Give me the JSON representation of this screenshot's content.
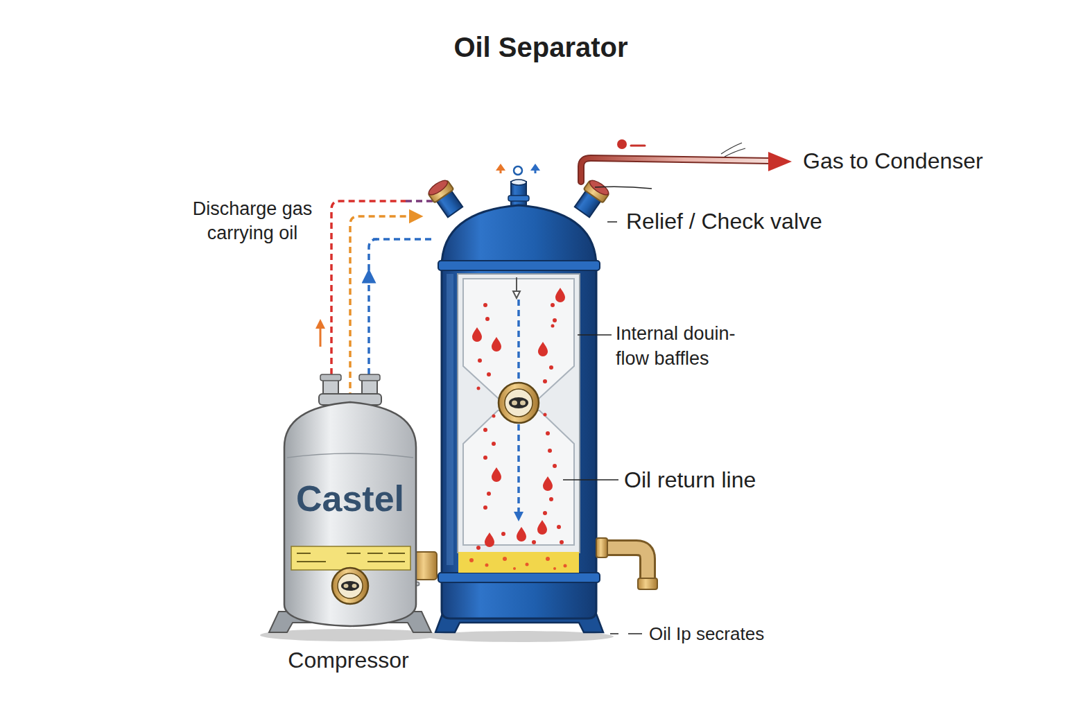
{
  "diagram": {
    "title": "Oil Separator",
    "nodes": [
      {
        "text": [
          "Castel",
          "Compressor"
        ]
      }
    ],
    "labels": [
      "Discharge gas carrying oil",
      "Gas to Condenser",
      "Relief / Check valve",
      "Internal douin- flow baffles",
      "Oil return line",
      "Oil Ip secrates"
    ]
  }
}
